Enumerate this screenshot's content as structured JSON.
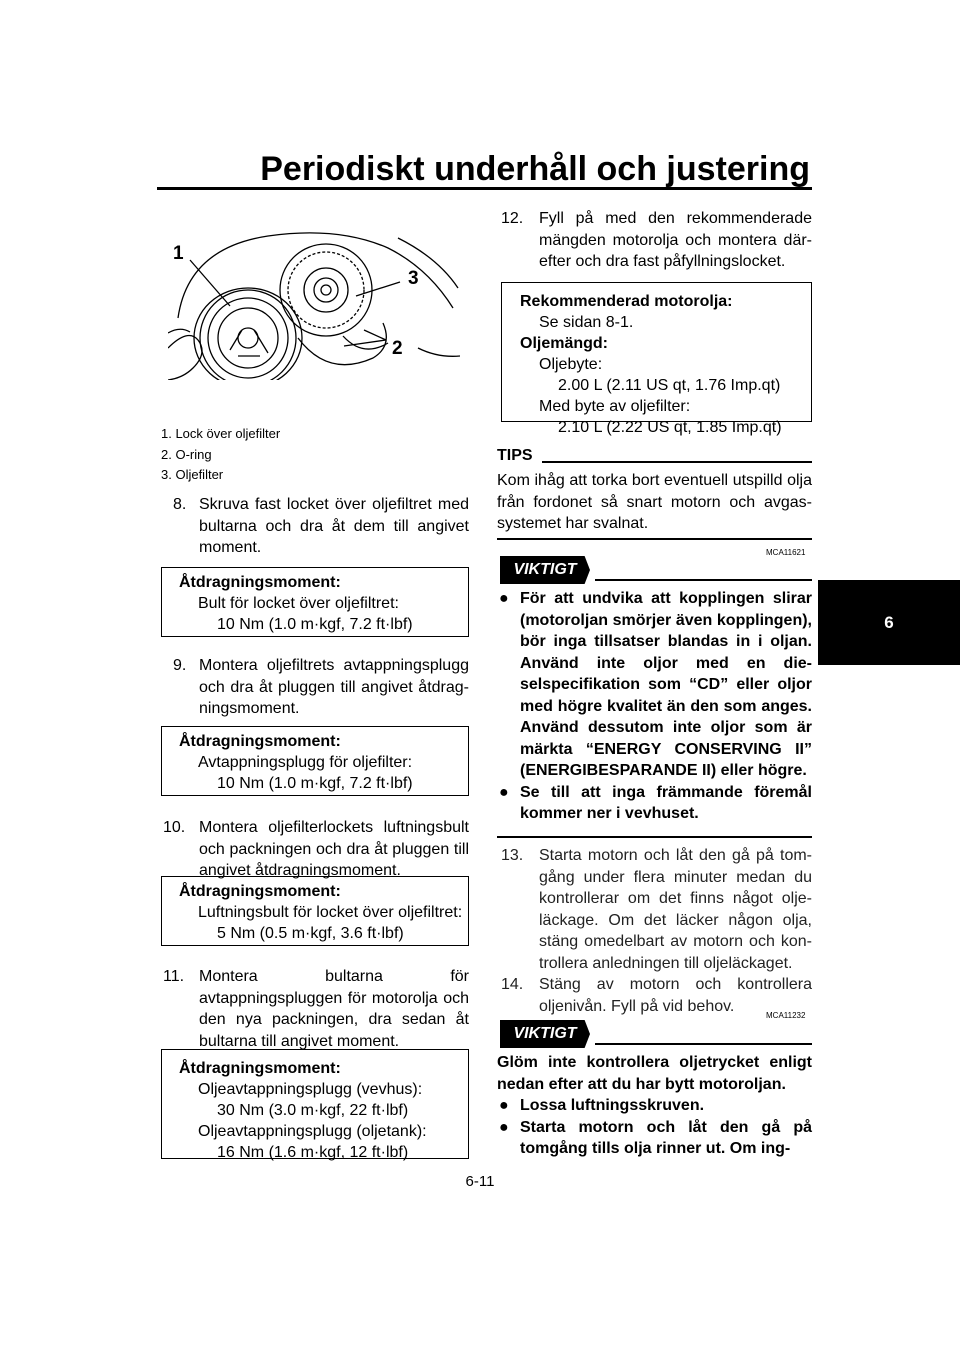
{
  "header": {
    "title": "Periodiskt underhåll och justering"
  },
  "chapter_tab": "6",
  "figure": {
    "callouts": [
      "1",
      "3",
      "2"
    ],
    "captions": [
      "1. Lock över oljefilter",
      "2. O-ring",
      "3. Oljefilter"
    ]
  },
  "left": {
    "step8": {
      "num": "8.",
      "text": "Skruva fast locket över oljefiltret med bultarna och dra åt dem till angivet mo­ment."
    },
    "box1": {
      "heading": "Åtdragningsmoment:",
      "line1": "Bult för locket över oljefiltret:",
      "line2": "10 Nm (1.0 m·kgf, 7.2 ft·lbf)"
    },
    "step9": {
      "num": "9.",
      "text": "Montera oljefiltrets avtappningsplugg och dra åt pluggen till angivet åtdrag­ningsmoment."
    },
    "box2": {
      "heading": "Åtdragningsmoment:",
      "line1": "Avtappningsplugg för oljefilter:",
      "line2": "10 Nm (1.0 m·kgf, 7.2 ft·lbf)"
    },
    "step10": {
      "num": "10.",
      "text": "Montera oljefilterlockets luftningsbult och packningen och dra åt pluggen till angivet åtdragningsmoment."
    },
    "box3": {
      "heading": "Åtdragningsmoment:",
      "line1": "Luftningsbult för locket över oljefiltret:",
      "line2": "5 Nm (0.5 m·kgf, 3.6 ft·lbf)"
    },
    "step11": {
      "num": "11.",
      "text": "Montera bultarna för avtappningsplug­gen för motorolja och den nya pack­ningen, dra sedan åt bultarna till angivet moment."
    },
    "box4": {
      "heading": "Åtdragningsmoment:",
      "line1": "Oljeavtappningsplugg (vevhus):",
      "line2": "30 Nm (3.0 m·kgf, 22 ft·lbf)",
      "line3": "Oljeavtappningsplugg (oljetank):",
      "line4": "16 Nm (1.6 m·kgf, 12 ft·lbf)"
    }
  },
  "right": {
    "step12": {
      "num": "12.",
      "text": "Fyll på med den rekommenderade mängden motorolja och montera där­efter och dra fast påfyllningslocket."
    },
    "oil_box": {
      "heading1": "Rekommenderad motorolja:",
      "line1": "Se sidan 8-1.",
      "heading2": "Oljemängd:",
      "line2": "Oljebyte:",
      "line3": "2.00 L (2.11 US qt, 1.76 Imp.qt)",
      "line4": "Med byte av oljefilter:",
      "line5": "2.10 L (2.22 US qt, 1.85 Imp.qt)"
    },
    "tips": {
      "label": "TIPS",
      "text": "Kom ihåg att torka bort eventuell utspilld olja från fordonet så snart motorn och avgas­systemet har svalnat."
    },
    "viktigt1": {
      "code": "MCA11621",
      "label": "VIKTIGT",
      "bullets": [
        "För att undvika att kopplingen slirar (motoroljan smörjer även koppling­en), bör inga tillsatser blandas in i oljan. Använd inte oljor med en die­selspecifikation som “CD” eller ol­jor med högre kvalitet än den som anges. Använd dessutom inte oljor som är märkta “ENERGY CONSER­VING II” (ENERGIBESPARANDE II) eller högre.",
        "Se till att inga främmande föremål kommer ner i vevhuset."
      ]
    },
    "step13": {
      "num": "13.",
      "text": "Starta motorn och låt den gå på tom­gång under flera minuter medan du kontrollerar om det finns något olje­läckage. Om det läcker någon olja, stäng omedelbart av motorn och kon­trollera anledningen till oljeläckaget."
    },
    "step14": {
      "num": "14.",
      "text": "Stäng av motorn och kontrollera oljeni­vån. Fyll på vid behov."
    },
    "viktigt2": {
      "code": "MCA11232",
      "label": "VIKTIGT",
      "intro": "Glöm inte kontrollera oljetrycket enligt nedan efter att du har bytt motoroljan.",
      "bullets": [
        "Lossa luftningsskruven.",
        "Starta motorn och låt den gå på tomgång tills olja rinner ut. Om ing-"
      ]
    }
  },
  "page_number": "6-11"
}
